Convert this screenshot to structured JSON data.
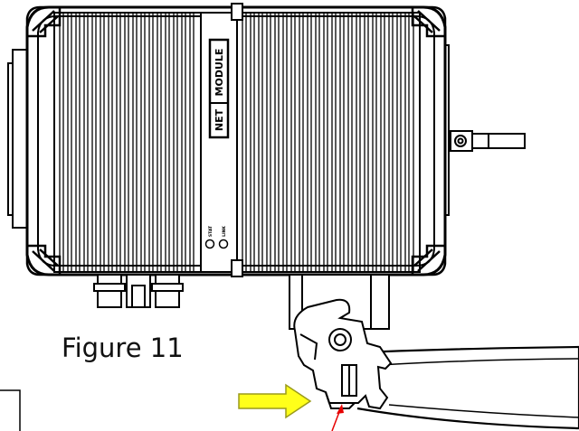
{
  "caption": "Figure 11",
  "device": {
    "brand_word_1": "NET",
    "brand_word_2": "MODULE",
    "led_1_label": "STAT",
    "led_2_label": "LINK"
  },
  "colors": {
    "line": "#000000",
    "arrow_fill": "#ffff1a",
    "arrow_stroke": "#9a9a1a",
    "pointer": "#e60000"
  },
  "icons": [
    "yellow-arrow-right-icon",
    "red-pointer-arrow-icon"
  ]
}
